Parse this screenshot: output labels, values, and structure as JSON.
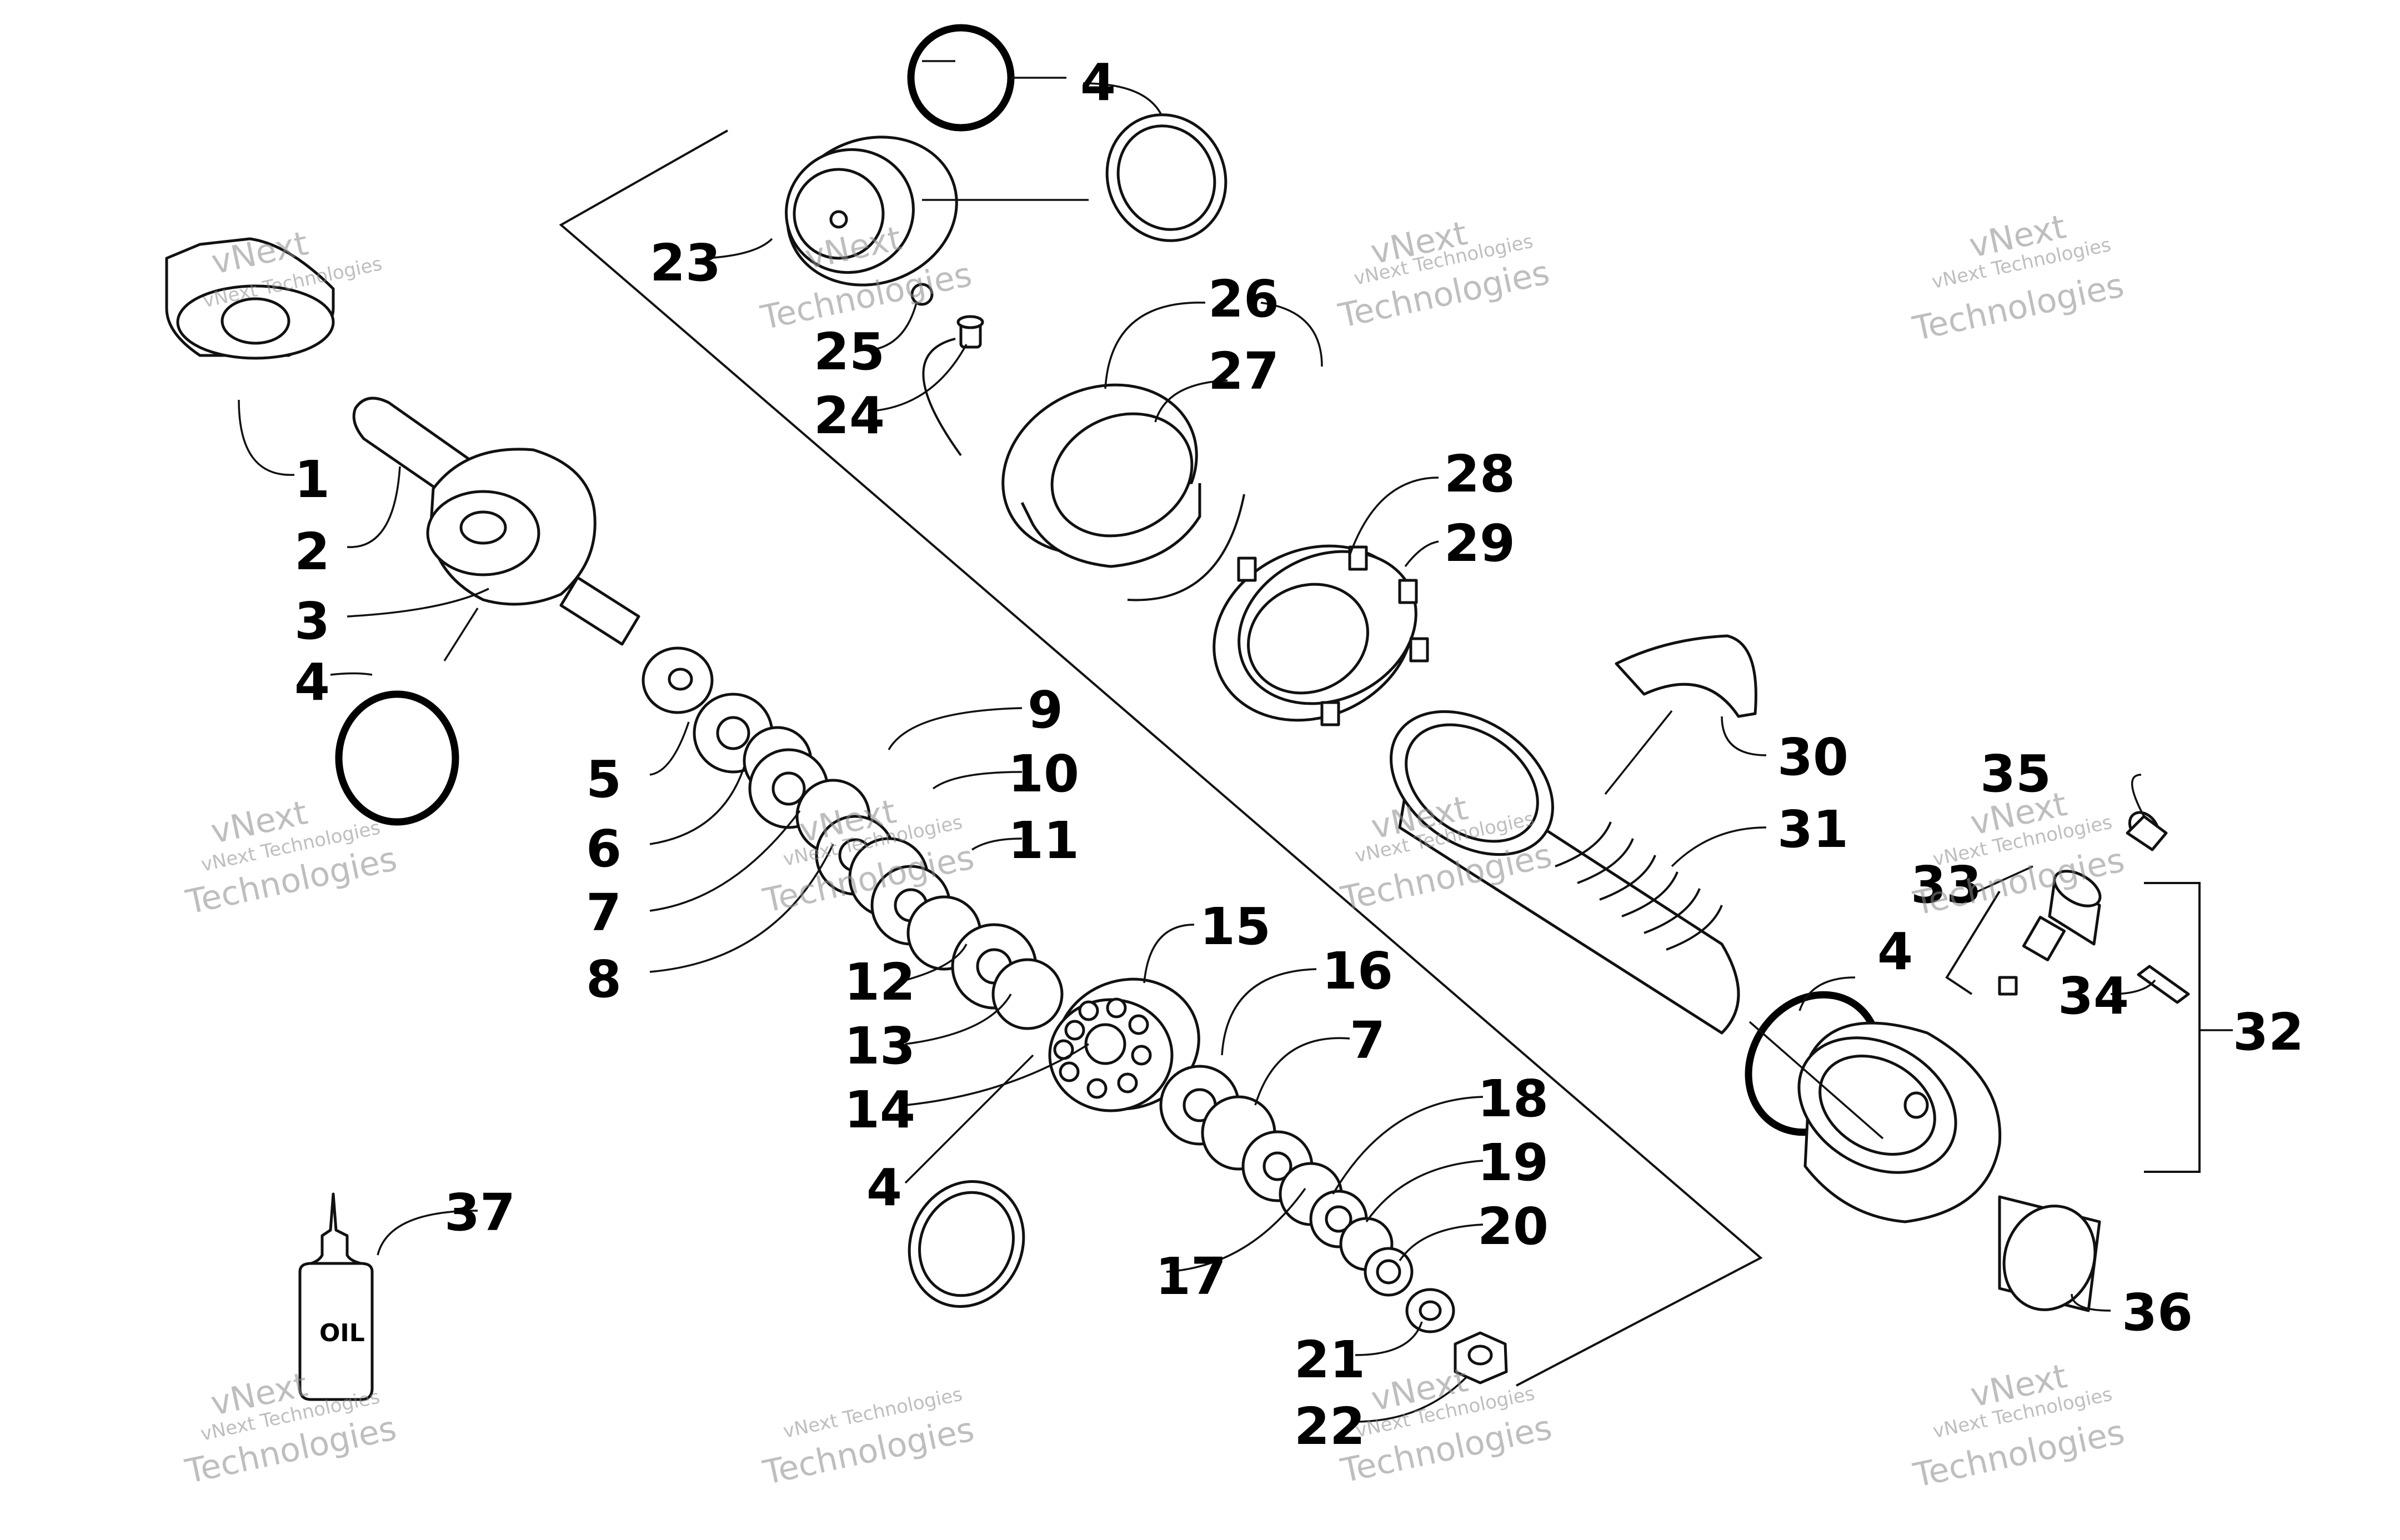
{
  "diagram": {
    "callouts": [
      {
        "id": "c1",
        "text": "1"
      },
      {
        "id": "c2",
        "text": "2"
      },
      {
        "id": "c3",
        "text": "3"
      },
      {
        "id": "c4a",
        "text": "4"
      },
      {
        "id": "c4b",
        "text": "4"
      },
      {
        "id": "c4c",
        "text": "4"
      },
      {
        "id": "c4d",
        "text": "4"
      },
      {
        "id": "c5",
        "text": "5"
      },
      {
        "id": "c6",
        "text": "6"
      },
      {
        "id": "c7a",
        "text": "7"
      },
      {
        "id": "c7b",
        "text": "7"
      },
      {
        "id": "c8",
        "text": "8"
      },
      {
        "id": "c9",
        "text": "9"
      },
      {
        "id": "c10",
        "text": "10"
      },
      {
        "id": "c11",
        "text": "11"
      },
      {
        "id": "c12",
        "text": "12"
      },
      {
        "id": "c13",
        "text": "13"
      },
      {
        "id": "c14",
        "text": "14"
      },
      {
        "id": "c15",
        "text": "15"
      },
      {
        "id": "c16",
        "text": "16"
      },
      {
        "id": "c17",
        "text": "17"
      },
      {
        "id": "c18",
        "text": "18"
      },
      {
        "id": "c19",
        "text": "19"
      },
      {
        "id": "c20",
        "text": "20"
      },
      {
        "id": "c21",
        "text": "21"
      },
      {
        "id": "c22",
        "text": "22"
      },
      {
        "id": "c23",
        "text": "23"
      },
      {
        "id": "c24",
        "text": "24"
      },
      {
        "id": "c25",
        "text": "25"
      },
      {
        "id": "c26",
        "text": "26"
      },
      {
        "id": "c27",
        "text": "27"
      },
      {
        "id": "c28",
        "text": "28"
      },
      {
        "id": "c29",
        "text": "29"
      },
      {
        "id": "c30",
        "text": "30"
      },
      {
        "id": "c31",
        "text": "31"
      },
      {
        "id": "c32",
        "text": "32"
      },
      {
        "id": "c33",
        "text": "33"
      },
      {
        "id": "c34",
        "text": "34"
      },
      {
        "id": "c35",
        "text": "35"
      },
      {
        "id": "c36",
        "text": "36"
      },
      {
        "id": "c37",
        "text": "37"
      }
    ],
    "oil_bottle_label": "OIL",
    "watermark": {
      "line1": "vNext",
      "line2": "Technologies",
      "small": "vNext Technologies"
    }
  }
}
